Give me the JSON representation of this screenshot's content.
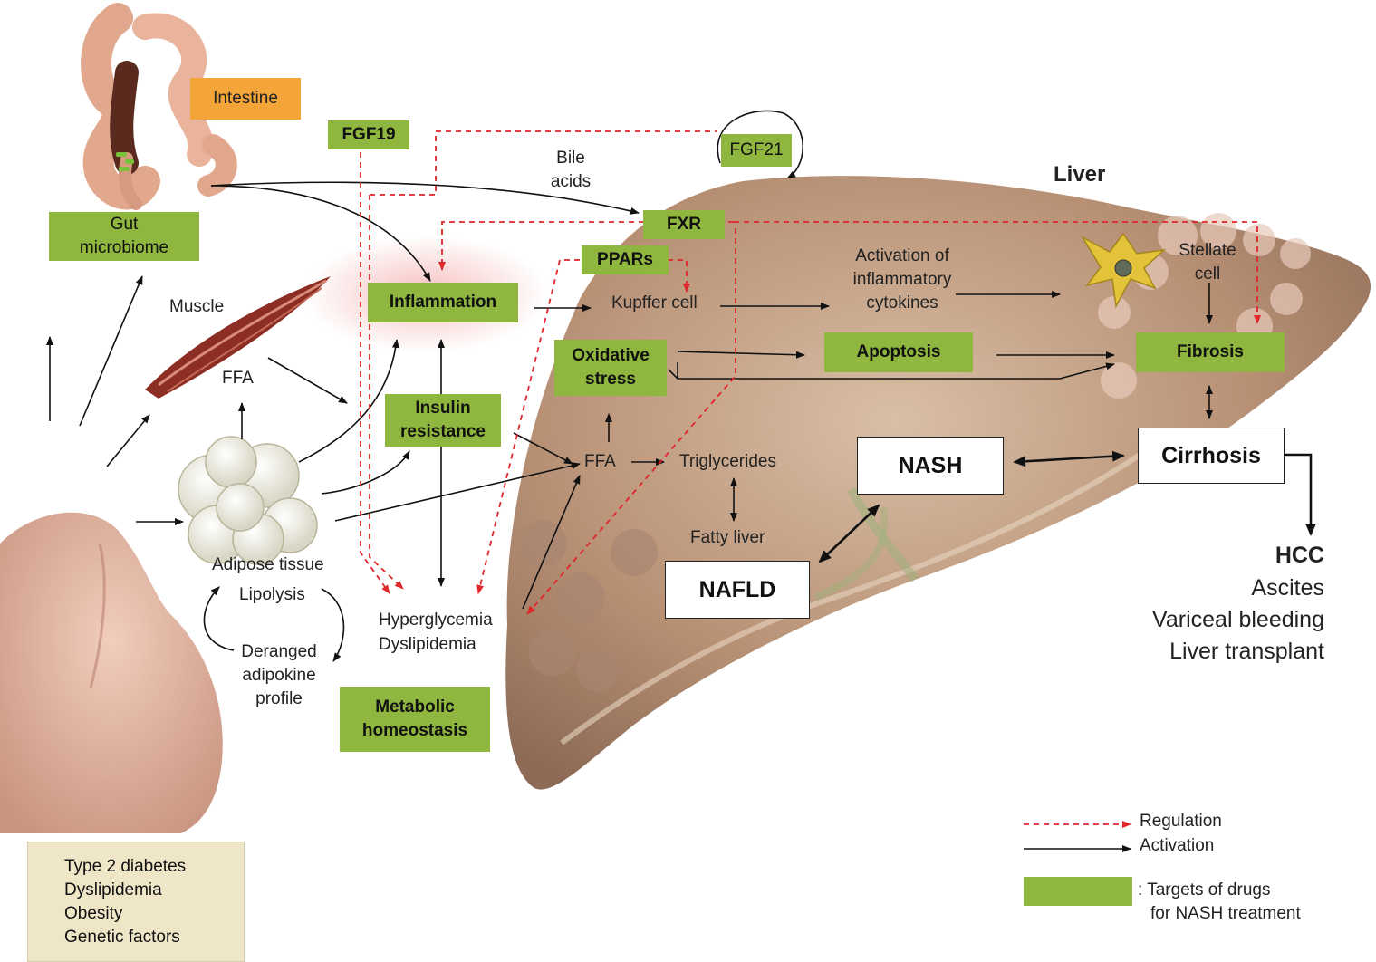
{
  "labels": {
    "intestine": "Intestine",
    "fgf19": "FGF19",
    "fgf21": "FGF21",
    "bile_acids": [
      "Bile",
      "acids"
    ],
    "liver": "Liver",
    "gut_microbiome": [
      "Gut",
      "microbiome"
    ],
    "fxr": "FXR",
    "pparss": "PPARs",
    "muscle": "Muscle",
    "inflammation": "Inflammation",
    "kupffer_cell": "Kupffer cell",
    "activation_cytokines": [
      "Activation of",
      "inflammatory",
      "cytokines"
    ],
    "stellate_cell": [
      "Stellate",
      "cell"
    ],
    "ffa_muscle": "FFA",
    "oxidative_stress": [
      "Oxidative",
      "stress"
    ],
    "apoptosis": "Apoptosis",
    "fibrosis": "Fibrosis",
    "insulin_resistance": [
      "Insulin",
      "resistance"
    ],
    "ffa_center": "FFA",
    "triglycerides": "Triglycerides",
    "nash": "NASH",
    "cirrhosis": "Cirrhosis",
    "fatty_liver": "Fatty liver",
    "adipose_tissue": "Adipose tissue",
    "lipolysis": "Lipolysis",
    "nafld": "NAFLD",
    "hcc": "HCC",
    "outcomes": [
      "Ascites",
      "Variceal bleeding",
      "Liver transplant"
    ],
    "hyperglycemia": "Hyperglycemia",
    "dyslipidemia": "Dyslipidemia",
    "deranged_adipokine": [
      "Deranged",
      "adipokine",
      "profile"
    ],
    "metabolic_homeostasis": [
      "Metabolic",
      "homeostasis"
    ]
  },
  "risk_factors": [
    "Type 2 diabetes",
    "Dyslipidemia",
    "Obesity",
    "Genetic factors"
  ],
  "legend": {
    "regulation": "Regulation",
    "activation": "Activation",
    "targets": [
      ": Targets of drugs",
      "for NASH treatment"
    ]
  },
  "colors": {
    "drug_target_green": "#8fb63e",
    "intestine_orange": "#f4a53a",
    "regulation_red": "#e0262b",
    "risk_beige": "#efe6c8",
    "liver_brown": "#b08a70"
  },
  "icons": [
    "intestine-illustration",
    "muscle-illustration",
    "adipose-cells-illustration",
    "body-silhouette-illustration",
    "liver-illustration",
    "stellate-cell-icon"
  ]
}
